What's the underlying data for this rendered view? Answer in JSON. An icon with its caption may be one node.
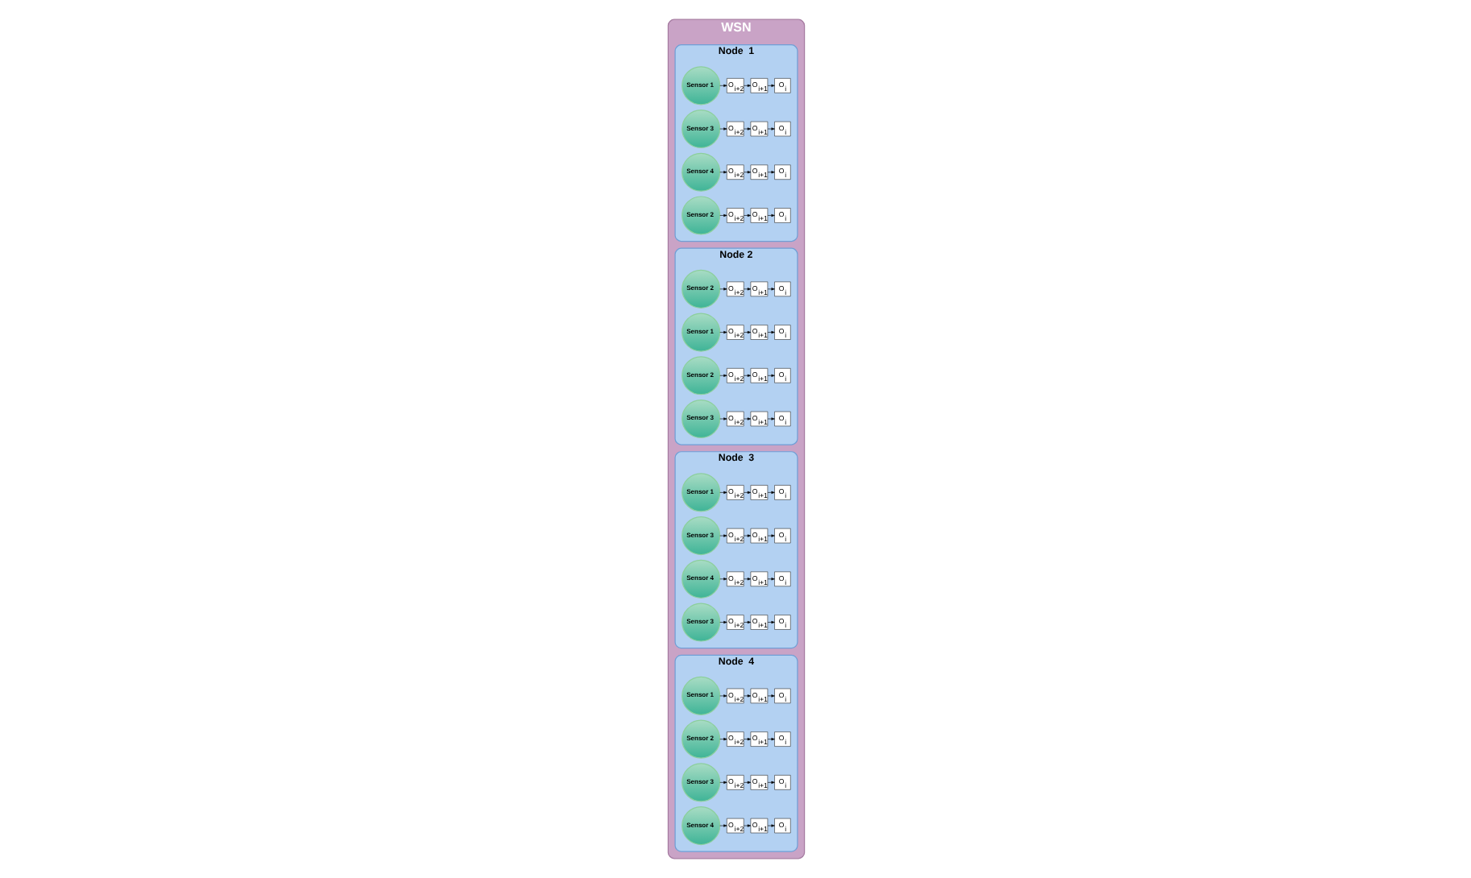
{
  "diagram": {
    "nodes": [
      {
        "text": [
          "WSN"
        ]
      },
      {
        "text": [
          "Node  1"
        ],
        "in": 0
      },
      {
        "text": [
          "Sensor 1"
        ],
        "in": 1
      },
      {
        "text": [
          "O$_{i+2}$"
        ],
        "in": 1
      },
      {
        "text": [
          "O$_{i+1}$"
        ],
        "in": 1
      },
      {
        "text": [
          "O$_{i}$"
        ],
        "in": 1
      },
      {
        "text": [
          "Sensor 3"
        ],
        "in": 1
      },
      {
        "text": [
          "O$_{i+2}$"
        ],
        "in": 1
      },
      {
        "text": [
          "O$_{i+1}$"
        ],
        "in": 1
      },
      {
        "text": [
          "O$_{i}$"
        ],
        "in": 1
      },
      {
        "text": [
          "Sensor 4"
        ],
        "in": 1
      },
      {
        "text": [
          "O$_{i+2}$"
        ],
        "in": 1
      },
      {
        "text": [
          "O$_{i+1}$"
        ],
        "in": 1
      },
      {
        "text": [
          "O$_{i}$"
        ],
        "in": 1
      },
      {
        "text": [
          "Sensor 2"
        ],
        "in": 1
      },
      {
        "text": [
          "O$_{i+2}$"
        ],
        "in": 1
      },
      {
        "text": [
          "O$_{i+1}$"
        ],
        "in": 1
      },
      {
        "text": [
          "O$_{i}$"
        ],
        "in": 1
      },
      {
        "text": [
          "Node 2"
        ],
        "in": 0
      },
      {
        "text": [
          "Sensor 2"
        ],
        "in": 18
      },
      {
        "text": [
          "O$_{i+2}$"
        ],
        "in": 18
      },
      {
        "text": [
          "O$_{i+1}$"
        ],
        "in": 18
      },
      {
        "text": [
          "O$_{i}$"
        ],
        "in": 18
      },
      {
        "text": [
          "Sensor 1"
        ],
        "in": 18
      },
      {
        "text": [
          "O$_{i+2}$"
        ],
        "in": 18
      },
      {
        "text": [
          "O$_{i+1}$"
        ],
        "in": 18
      },
      {
        "text": [
          "O$_{i}$"
        ],
        "in": 18
      },
      {
        "text": [
          "Sensor 2"
        ],
        "in": 18
      },
      {
        "text": [
          "O$_{i+2}$"
        ],
        "in": 18
      },
      {
        "text": [
          "O$_{i+1}$"
        ],
        "in": 18
      },
      {
        "text": [
          "O$_{i}$"
        ],
        "in": 18
      },
      {
        "text": [
          "Sensor 3"
        ],
        "in": 18
      },
      {
        "text": [
          "O$_{i+2}$"
        ],
        "in": 18
      },
      {
        "text": [
          "O$_{i+1}$"
        ],
        "in": 18
      },
      {
        "text": [
          "O$_{i}$"
        ],
        "in": 18
      },
      {
        "text": [
          "Node  3"
        ],
        "in": 0
      },
      {
        "text": [
          "Sensor 1"
        ],
        "in": 35
      },
      {
        "text": [
          "O$_{i+2}$"
        ],
        "in": 35
      },
      {
        "text": [
          "O$_{i+1}$"
        ],
        "in": 35
      },
      {
        "text": [
          "O$_{i}$"
        ],
        "in": 35
      },
      {
        "text": [
          "Sensor 3"
        ],
        "in": 35
      },
      {
        "text": [
          "O$_{i+2}$"
        ],
        "in": 35
      },
      {
        "text": [
          "O$_{i+1}$"
        ],
        "in": 35
      },
      {
        "text": [
          "O$_{i}$"
        ],
        "in": 35
      },
      {
        "text": [
          "Sensor 4"
        ],
        "in": 35
      },
      {
        "text": [
          "O$_{i+2}$"
        ],
        "in": 35
      },
      {
        "text": [
          "O$_{i+1}$"
        ],
        "in": 35
      },
      {
        "text": [
          "O$_{i}$"
        ],
        "in": 35
      },
      {
        "text": [
          "Sensor 3"
        ],
        "in": 35
      },
      {
        "text": [
          "O$_{i+2}$"
        ],
        "in": 35
      },
      {
        "text": [
          "O$_{i+1}$"
        ],
        "in": 35
      },
      {
        "text": [
          "O$_{i}$"
        ],
        "in": 35
      },
      {
        "text": [
          "Node  4"
        ],
        "in": 0
      },
      {
        "text": [
          "Sensor 1"
        ],
        "in": 52
      },
      {
        "text": [
          "O$_{i+2}$"
        ],
        "in": 52
      },
      {
        "text": [
          "O$_{i+1}$"
        ],
        "in": 52
      },
      {
        "text": [
          "O$_{i}$"
        ],
        "in": 52
      },
      {
        "text": [
          "Sensor 2"
        ],
        "in": 52
      },
      {
        "text": [
          "O$_{i+2}$"
        ],
        "in": 52
      },
      {
        "text": [
          "O$_{i+1}$"
        ],
        "in": 52
      },
      {
        "text": [
          "O$_{i}$"
        ],
        "in": 52
      },
      {
        "text": [
          "Sensor 3"
        ],
        "in": 52
      },
      {
        "text": [
          "O$_{i+2}$"
        ],
        "in": 52
      },
      {
        "text": [
          "O$_{i+1}$"
        ],
        "in": 52
      },
      {
        "text": [
          "O$_{i}$"
        ],
        "in": 52
      },
      {
        "text": [
          "Sensor 4"
        ],
        "in": 52
      },
      {
        "text": [
          "O$_{i+2}$"
        ],
        "in": 52
      },
      {
        "text": [
          "O$_{i+1}$"
        ],
        "in": 52
      },
      {
        "text": [
          "O$_{i}$"
        ],
        "in": 52
      }
    ],
    "edges": [
      {
        "from": 2,
        "to": 3,
        "arrow": "to"
      },
      {
        "from": 3,
        "to": 4,
        "arrow": "to"
      },
      {
        "from": 4,
        "to": 5,
        "arrow": "to"
      },
      {
        "from": 6,
        "to": 7,
        "arrow": "to"
      },
      {
        "from": 7,
        "to": 8,
        "arrow": "to"
      },
      {
        "from": 8,
        "to": 9,
        "arrow": "to"
      },
      {
        "from": 10,
        "to": 11,
        "arrow": "to"
      },
      {
        "from": 11,
        "to": 12,
        "arrow": "to"
      },
      {
        "from": 12,
        "to": 13,
        "arrow": "to"
      },
      {
        "from": 14,
        "to": 15,
        "arrow": "to"
      },
      {
        "from": 15,
        "to": 16,
        "arrow": "to"
      },
      {
        "from": 16,
        "to": 17,
        "arrow": "to"
      },
      {
        "from": 19,
        "to": 20,
        "arrow": "to"
      },
      {
        "from": 20,
        "to": 21,
        "arrow": "to"
      },
      {
        "from": 21,
        "to": 22,
        "arrow": "to"
      },
      {
        "from": 23,
        "to": 24,
        "arrow": "to"
      },
      {
        "from": 24,
        "to": 25,
        "arrow": "to"
      },
      {
        "from": 25,
        "to": 26,
        "arrow": "to"
      },
      {
        "from": 27,
        "to": 28,
        "arrow": "to"
      },
      {
        "from": 28,
        "to": 29,
        "arrow": "to"
      },
      {
        "from": 29,
        "to": 30,
        "arrow": "to"
      },
      {
        "from": 31,
        "to": 32,
        "arrow": "to"
      },
      {
        "from": 32,
        "to": 33,
        "arrow": "to"
      },
      {
        "from": 33,
        "to": 34,
        "arrow": "to"
      },
      {
        "from": 36,
        "to": 37,
        "arrow": "to"
      },
      {
        "from": 37,
        "to": 38,
        "arrow": "to"
      },
      {
        "from": 38,
        "to": 39,
        "arrow": "to"
      },
      {
        "from": 40,
        "to": 41,
        "arrow": "to"
      },
      {
        "from": 41,
        "to": 42,
        "arrow": "to"
      },
      {
        "from": 42,
        "to": 43,
        "arrow": "to"
      },
      {
        "from": 44,
        "to": 45,
        "arrow": "to"
      },
      {
        "from": 45,
        "to": 46,
        "arrow": "to"
      },
      {
        "from": 46,
        "to": 47,
        "arrow": "to"
      },
      {
        "from": 48,
        "to": 49,
        "arrow": "to"
      },
      {
        "from": 49,
        "to": 50,
        "arrow": "to"
      },
      {
        "from": 50,
        "to": 51,
        "arrow": "to"
      },
      {
        "from": 53,
        "to": 54,
        "arrow": "to"
      },
      {
        "from": 54,
        "to": 55,
        "arrow": "to"
      },
      {
        "from": 55,
        "to": 56,
        "arrow": "to"
      },
      {
        "from": 57,
        "to": 58,
        "arrow": "to"
      },
      {
        "from": 58,
        "to": 59,
        "arrow": "to"
      },
      {
        "from": 59,
        "to": 60,
        "arrow": "to"
      },
      {
        "from": 61,
        "to": 62,
        "arrow": "to"
      },
      {
        "from": 62,
        "to": 63,
        "arrow": "to"
      },
      {
        "from": 63,
        "to": 64,
        "arrow": "to"
      },
      {
        "from": 65,
        "to": 66,
        "arrow": "to"
      },
      {
        "from": 66,
        "to": 67,
        "arrow": "to"
      },
      {
        "from": 67,
        "to": 68,
        "arrow": "to"
      }
    ]
  }
}
